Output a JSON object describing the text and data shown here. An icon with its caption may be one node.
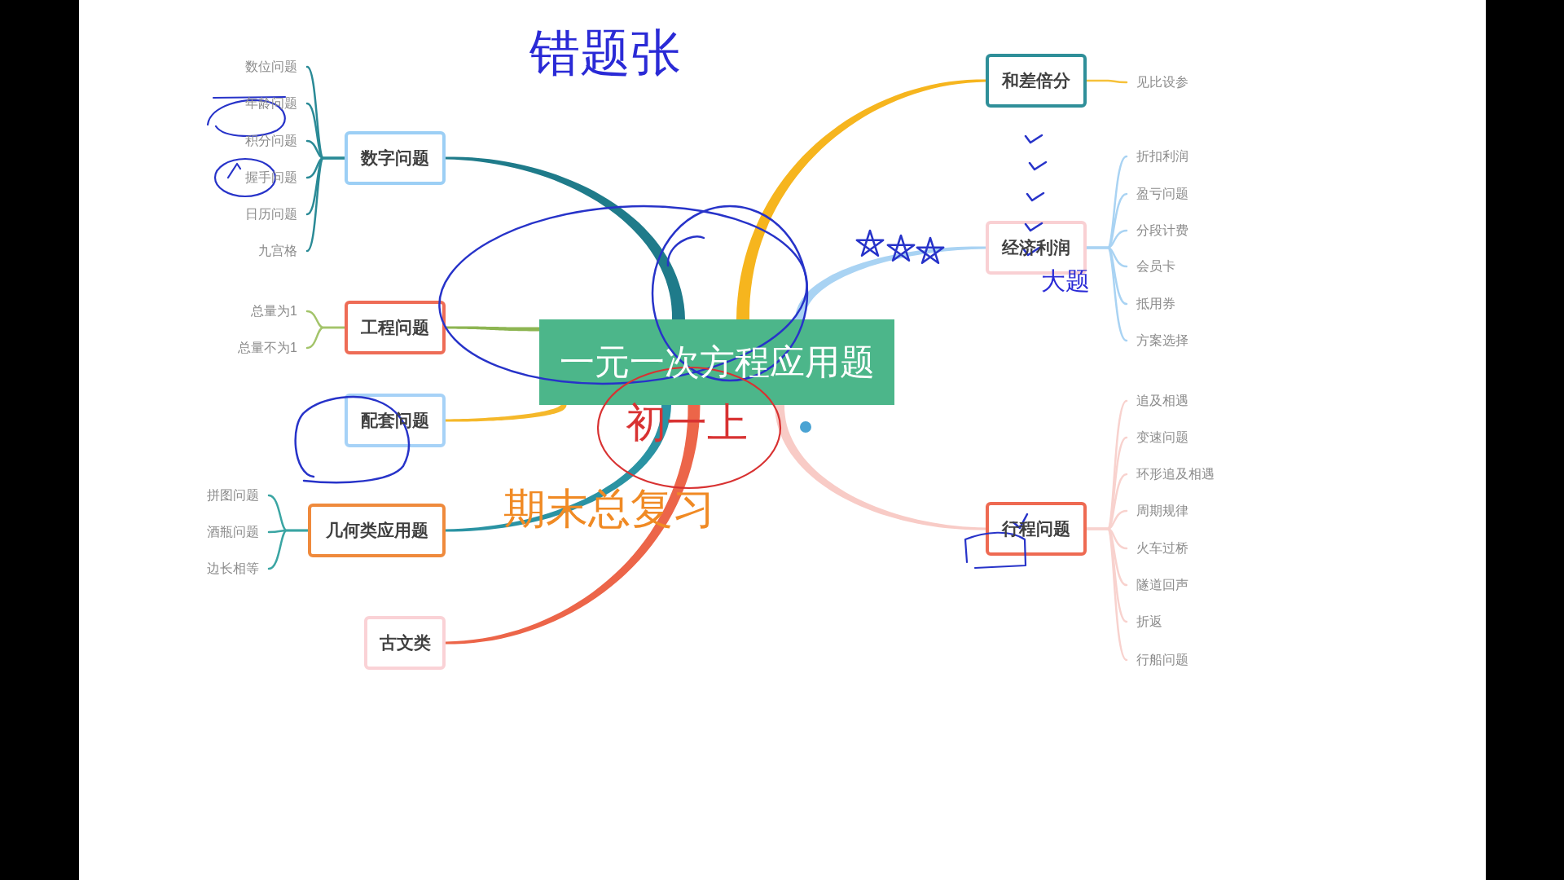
{
  "diagram": {
    "nodes": [
      {
        "text": [
          "一元一次方程应用题"
        ]
      },
      {
        "text": [
          "数字问题"
        ]
      },
      {
        "text": [
          "数位问题"
        ]
      },
      {
        "text": [
          "年龄问题"
        ]
      },
      {
        "text": [
          "积分问题"
        ]
      },
      {
        "text": [
          "握手问题"
        ]
      },
      {
        "text": [
          "日历问题"
        ]
      },
      {
        "text": [
          "九宫格"
        ]
      },
      {
        "text": [
          "工程问题"
        ]
      },
      {
        "text": [
          "总量为1"
        ]
      },
      {
        "text": [
          "总量不为1"
        ]
      },
      {
        "text": [
          "配套问题"
        ]
      },
      {
        "text": [
          "几何类应用题"
        ]
      },
      {
        "text": [
          "拼图问题"
        ]
      },
      {
        "text": [
          "酒瓶问题"
        ]
      },
      {
        "text": [
          "边长相等"
        ]
      },
      {
        "text": [
          "古文类"
        ]
      },
      {
        "text": [
          "和差倍分"
        ]
      },
      {
        "text": [
          "见比设参"
        ]
      },
      {
        "text": [
          "经济利润"
        ]
      },
      {
        "text": [
          "折扣利润"
        ]
      },
      {
        "text": [
          "盈亏问题"
        ]
      },
      {
        "text": [
          "分段计费"
        ]
      },
      {
        "text": [
          "会员卡"
        ]
      },
      {
        "text": [
          "抵用券"
        ]
      },
      {
        "text": [
          "方案选择"
        ]
      },
      {
        "text": [
          "行程问题"
        ]
      },
      {
        "text": [
          "追及相遇"
        ]
      },
      {
        "text": [
          "变速问题"
        ]
      },
      {
        "text": [
          "环形追及相遇"
        ]
      },
      {
        "text": [
          "周期规律"
        ]
      },
      {
        "text": [
          "火车过桥"
        ]
      },
      {
        "text": [
          "隧道回声"
        ]
      },
      {
        "text": [
          "折返"
        ]
      },
      {
        "text": [
          "行船问题"
        ]
      }
    ],
    "edges": [
      {
        "from": 0,
        "to": 1,
        "arrow": "none",
        "style": "thick",
        "color": "#1f7b8a"
      },
      {
        "from": 1,
        "to": 2,
        "arrow": "none",
        "color": "#2a8a96"
      },
      {
        "from": 1,
        "to": 3,
        "arrow": "none",
        "color": "#2a8a96"
      },
      {
        "from": 1,
        "to": 4,
        "arrow": "none",
        "color": "#2a8a96"
      },
      {
        "from": 1,
        "to": 5,
        "arrow": "none",
        "color": "#2a8a96"
      },
      {
        "from": 1,
        "to": 6,
        "arrow": "none",
        "color": "#2a8a96"
      },
      {
        "from": 1,
        "to": 7,
        "arrow": "none",
        "color": "#2a8a96"
      },
      {
        "from": 0,
        "to": 8,
        "arrow": "none",
        "style": "thick",
        "color": "#8db552"
      },
      {
        "from": 8,
        "to": 9,
        "arrow": "none",
        "color": "#a3c46a"
      },
      {
        "from": 8,
        "to": 10,
        "arrow": "none",
        "color": "#a3c46a"
      },
      {
        "from": 0,
        "to": 11,
        "arrow": "none",
        "style": "thick",
        "color": "#f5b82a"
      },
      {
        "from": 0,
        "to": 12,
        "arrow": "none",
        "style": "thick",
        "color": "#2a93a3"
      },
      {
        "from": 12,
        "to": 13,
        "arrow": "none",
        "color": "#3aa5a3"
      },
      {
        "from": 12,
        "to": 14,
        "arrow": "none",
        "color": "#3aa5a3"
      },
      {
        "from": 12,
        "to": 15,
        "arrow": "none",
        "color": "#3aa5a3"
      },
      {
        "from": 0,
        "to": 16,
        "arrow": "none",
        "style": "thick",
        "color": "#ec6549"
      },
      {
        "from": 0,
        "to": 17,
        "arrow": "none",
        "style": "thick",
        "color": "#f6b51e"
      },
      {
        "from": 17,
        "to": 18,
        "arrow": "none",
        "color": "#f6c13a"
      },
      {
        "from": 0,
        "to": 19,
        "arrow": "none",
        "style": "thick",
        "color": "#a9d3f3"
      },
      {
        "from": 19,
        "to": 20,
        "arrow": "none",
        "color": "#a9d3f3"
      },
      {
        "from": 19,
        "to": 21,
        "arrow": "none",
        "color": "#a9d3f3"
      },
      {
        "from": 19,
        "to": 22,
        "arrow": "none",
        "color": "#a9d3f3"
      },
      {
        "from": 19,
        "to": 23,
        "arrow": "none",
        "color": "#a9d3f3"
      },
      {
        "from": 19,
        "to": 24,
        "arrow": "none",
        "color": "#a9d3f3"
      },
      {
        "from": 19,
        "to": 25,
        "arrow": "none",
        "color": "#a9d3f3"
      },
      {
        "from": 0,
        "to": 26,
        "arrow": "none",
        "style": "thick",
        "color": "#f8cbc6"
      },
      {
        "from": 26,
        "to": 27,
        "arrow": "none",
        "color": "#f8d2ce"
      },
      {
        "from": 26,
        "to": 28,
        "arrow": "none",
        "color": "#f8d2ce"
      },
      {
        "from": 26,
        "to": 29,
        "arrow": "none",
        "color": "#f8d2ce"
      },
      {
        "from": 26,
        "to": 30,
        "arrow": "none",
        "color": "#f8d2ce"
      },
      {
        "from": 26,
        "to": 31,
        "arrow": "none",
        "color": "#f8d2ce"
      },
      {
        "from": 26,
        "to": 32,
        "arrow": "none",
        "color": "#f8d2ce"
      },
      {
        "from": 26,
        "to": 33,
        "arrow": "none",
        "color": "#f8d2ce"
      },
      {
        "from": 26,
        "to": 34,
        "arrow": "none",
        "color": "#f8d2ce"
      }
    ],
    "labels": [
      "错题张",
      "大题",
      "初一上",
      "期末总复习"
    ]
  }
}
